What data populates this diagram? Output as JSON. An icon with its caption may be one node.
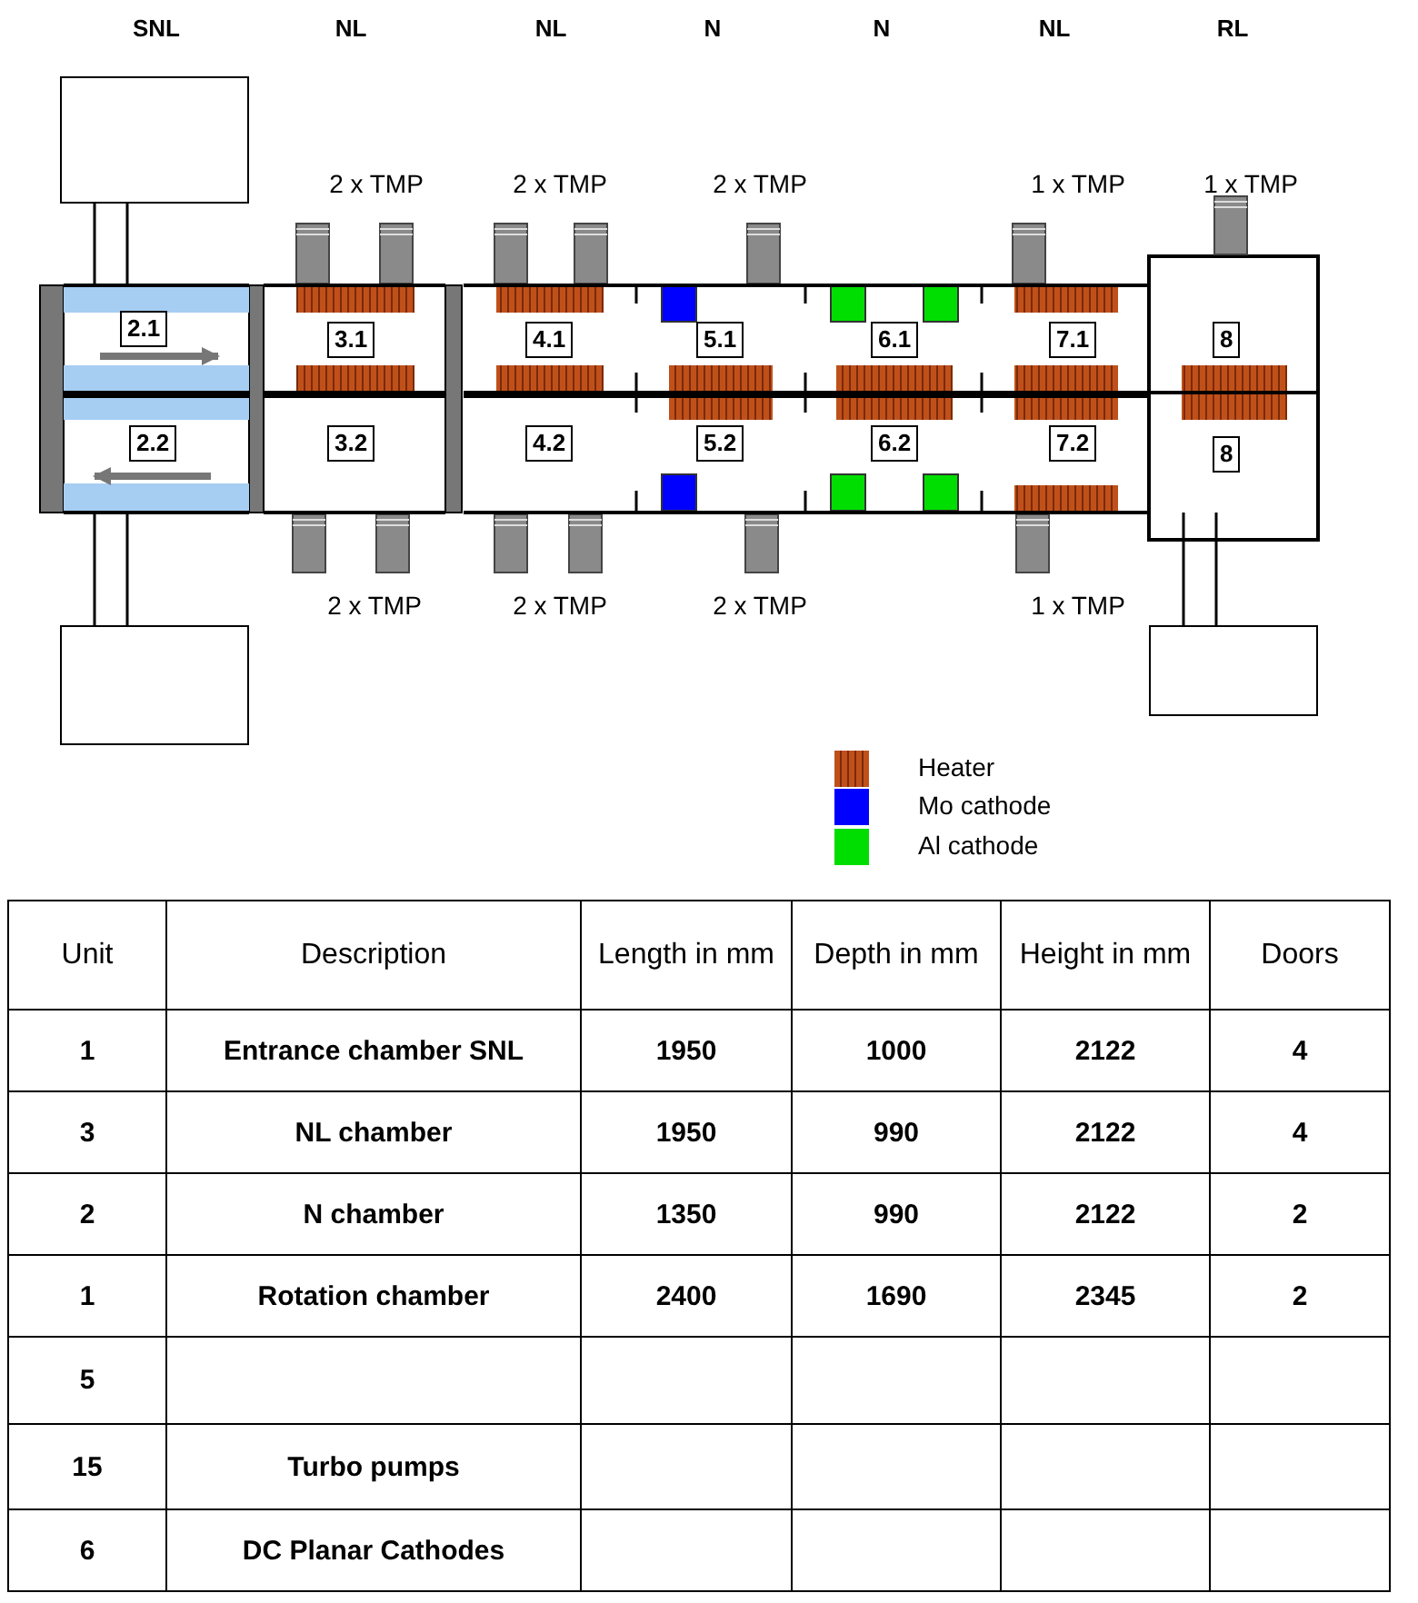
{
  "diagram": {
    "nodes": [
      {
        "text": [
          "2.1"
        ]
      },
      {
        "text": [
          "2.2"
        ]
      },
      {
        "text": [
          "3.1"
        ]
      },
      {
        "text": [
          "3.2"
        ]
      },
      {
        "text": [
          "4.1"
        ]
      },
      {
        "text": [
          "4.2"
        ]
      },
      {
        "text": [
          "5.1"
        ]
      },
      {
        "text": [
          "5.2"
        ]
      },
      {
        "text": [
          "6.1"
        ]
      },
      {
        "text": [
          "6.2"
        ]
      },
      {
        "text": [
          "7.1"
        ]
      },
      {
        "text": [
          "7.2"
        ]
      },
      {
        "text": [
          "8"
        ]
      },
      {
        "text": [
          "8"
        ]
      },
      {
        "text": [],
        "shape": "box"
      },
      {
        "text": [],
        "shape": "box"
      },
      {
        "text": [],
        "shape": "box"
      }
    ],
    "edges": [
      {
        "from": 14,
        "to": 0,
        "arrow": "none"
      },
      {
        "from": 15,
        "to": 1,
        "arrow": "none"
      },
      {
        "from": 16,
        "to": 13,
        "arrow": "none"
      }
    ],
    "labels": [
      "SNL",
      "NL",
      "NL",
      "N",
      "N",
      "NL",
      "RL",
      "2 x TMP",
      "2 x TMP",
      "2 x TMP",
      "1 x TMP",
      "1 x TMP",
      "2 x TMP",
      "2 x TMP",
      "2 x TMP",
      "1 x TMP",
      "Unit",
      "Description",
      "Length in mm",
      "Depth in mm",
      "Height in mm",
      "Doors",
      "1",
      "Entrance chamber SNL",
      "1950",
      "1000",
      "2122",
      "4",
      "3",
      "NL chamber",
      "1950",
      "990",
      "2122",
      "4",
      "2",
      "N chamber",
      "1350",
      "990",
      "2122",
      "2",
      "1",
      "Rotation chamber",
      "2400",
      "1690",
      "2345",
      "2",
      "5",
      "15",
      "Turbo pumps",
      "6",
      "DC Planar Cathodes"
    ],
    "legend": [
      {
        "text": "Heater",
        "color": "#c0501a"
      },
      {
        "text": "Mo cathode",
        "color": "#0000ff"
      },
      {
        "text": "Al cathode",
        "color": "#00dd00"
      }
    ]
  }
}
